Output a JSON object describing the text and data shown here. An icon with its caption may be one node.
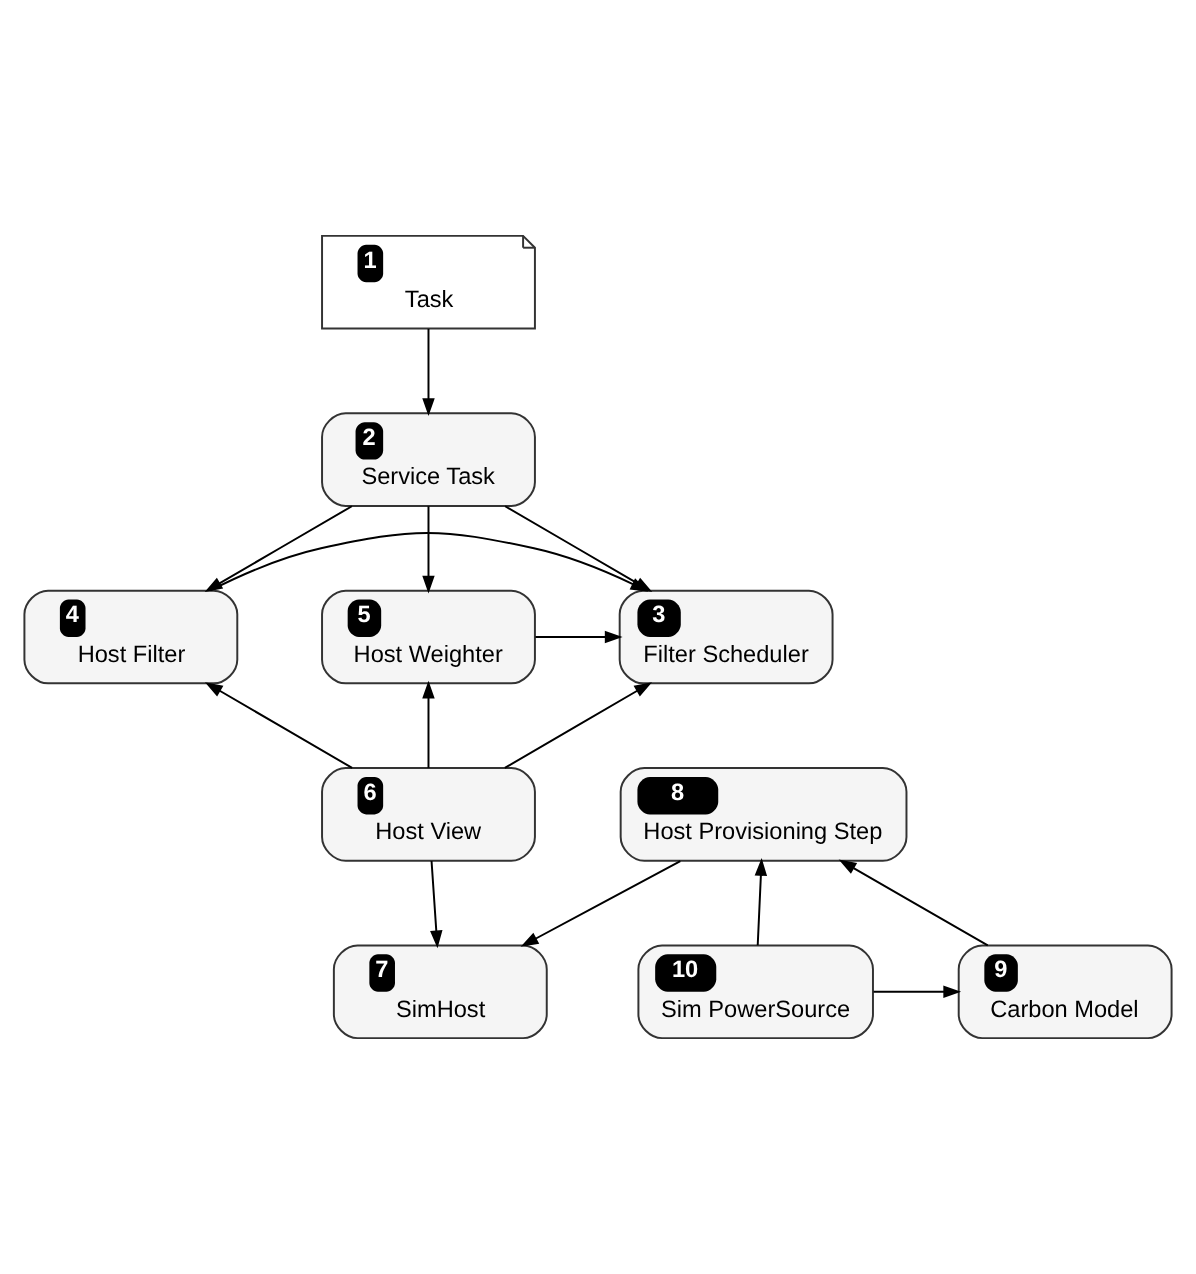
{
  "diagram": {
    "nodes": [
      {
        "text": [
          "1",
          "Task"
        ]
      },
      {
        "text": [
          "2",
          "Service Task"
        ]
      },
      {
        "text": [
          "4",
          "Host Filter"
        ]
      },
      {
        "text": [
          "3",
          "Filter Scheduler"
        ]
      },
      {
        "text": [
          "5",
          "Host Weighter"
        ]
      },
      {
        "text": [
          "8",
          "Host Provisioning Step"
        ]
      },
      {
        "text": [
          "6",
          "Host View"
        ]
      },
      {
        "text": [
          "10",
          "Sim PowerSource"
        ]
      },
      {
        "text": [
          "9",
          "Carbon Model"
        ]
      },
      {
        "text": [
          "7",
          "SimHost"
        ]
      }
    ],
    "edges": [
      {
        "from": 0,
        "to": 1,
        "arrow": "to"
      },
      {
        "from": 1,
        "to": 2,
        "arrow": "to"
      },
      {
        "from": 1,
        "to": 3,
        "arrow": "to"
      },
      {
        "from": 1,
        "to": 4,
        "arrow": "to"
      },
      {
        "from": 2,
        "to": 3,
        "arrow": "to"
      },
      {
        "from": 4,
        "to": 3,
        "arrow": "to"
      },
      {
        "from": 6,
        "to": 2,
        "arrow": "to"
      },
      {
        "from": 6,
        "to": 3,
        "arrow": "to"
      },
      {
        "from": 6,
        "to": 4,
        "arrow": "to"
      },
      {
        "from": 6,
        "to": 9,
        "arrow": "to"
      },
      {
        "from": 7,
        "to": 5,
        "arrow": "to"
      },
      {
        "from": 7,
        "to": 8,
        "arrow": "to"
      },
      {
        "from": 8,
        "to": 5,
        "arrow": "to"
      },
      {
        "from": 5,
        "to": 9,
        "arrow": "to"
      }
    ]
  }
}
